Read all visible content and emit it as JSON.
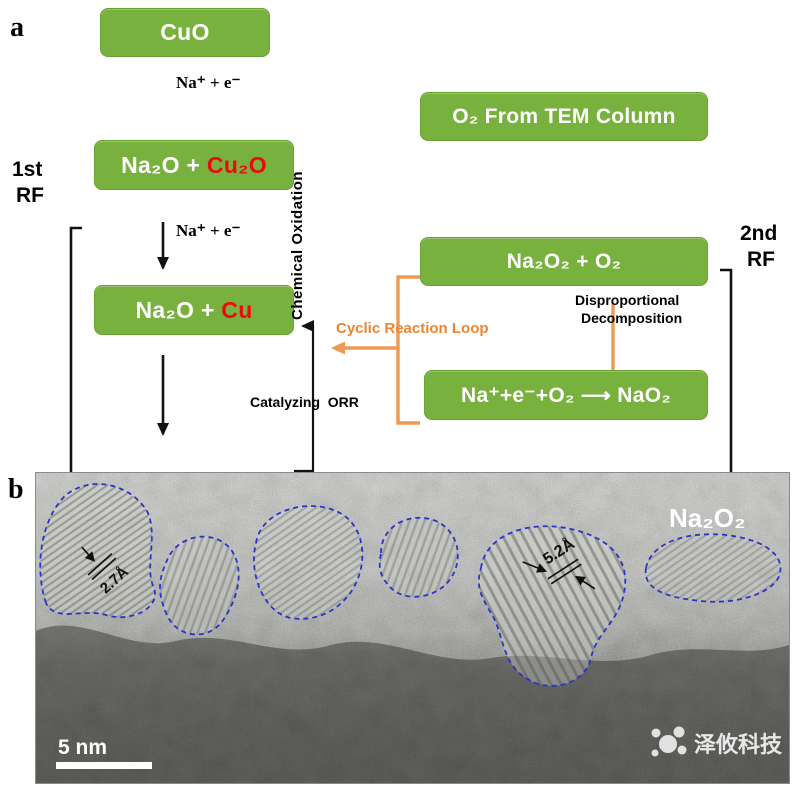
{
  "panel_a": {
    "label": "a",
    "rf_left": {
      "line1": "1st",
      "line2": "RF"
    },
    "rf_right": {
      "line1": "2nd",
      "line2": "RF"
    },
    "boxes": {
      "cuo": "CuO",
      "na2o_cu2o_base": "Na₂O + ",
      "na2o_cu2o_red": "Cu₂O",
      "na2o_cu_base": "Na₂O + ",
      "na2o_cu_red": "Cu",
      "o2_tem_column": "O₂ From TEM Column",
      "na2o2_o2": "Na₂O₂ + O₂",
      "orr_reaction": "Na⁺+e⁻+O₂ ⟶ NaO₂"
    },
    "labels": {
      "na_e_top": "Na⁺ + e⁻",
      "na_e_bottom": "Na⁺ + e⁻",
      "chemical_oxidation": "Chemical Oxidation",
      "cyclic_reaction_loop": "Cyclic Reaction Loop",
      "disproportional_line1": "Disproportional",
      "disproportional_line2": "Decomposition",
      "catalyzing_orr": "Catalyzing  ORR"
    },
    "colors": {
      "box_green": "#79b13f",
      "highlight_red": "#e80c0c",
      "arrow_orange": "#f09a50"
    }
  },
  "panel_b": {
    "label": "b",
    "material_label": "Na₂O₂",
    "lattice_spacing_left": "2.7Å",
    "lattice_spacing_right": "5.2Å",
    "scale_bar_label": "5 nm",
    "watermark_text": "泽攸科技"
  }
}
